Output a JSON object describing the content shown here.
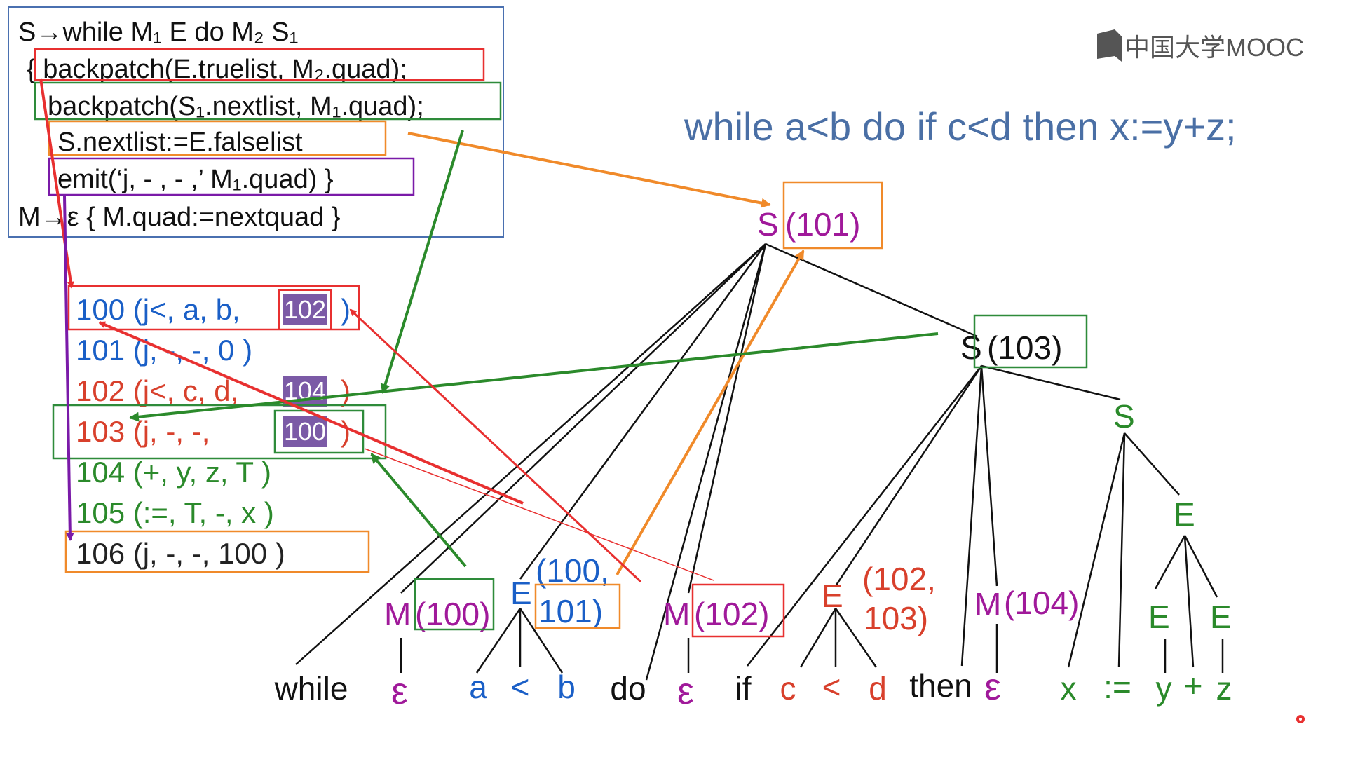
{
  "rules": [
    {
      "text": "S→while M₁ E do M₂ S₁"
    },
    {
      "text": "{  backpatch(E.truelist, M₂.quad);"
    },
    {
      "text": "backpatch(S₁.nextlist, M₁.quad);"
    },
    {
      "text": "S.nextlist:=E.falselist"
    },
    {
      "text": "emit(‘j, - , - ,’ M₁.quad) }"
    },
    {
      "text": "M→ε    { M.quad:=nextquad }"
    }
  ],
  "logo": {
    "text": "中国大学MOOC"
  },
  "sentence": "while a<b do if c<d then x:=y+z;",
  "quads": [
    {
      "text": "100 (j<, a, b,",
      "target": "102",
      "close": ")"
    },
    {
      "text": "101 (j,    -,    -,     0    )"
    },
    {
      "text": "102 (j<, c, d,",
      "target": "104",
      "close": ")"
    },
    {
      "text": "103 (j,    -,    -,",
      "target": "100",
      "close": ")"
    },
    {
      "text": "104 (+,  y,  z,    T   )"
    },
    {
      "text": "105 (:=, T,  -,    x    )"
    },
    {
      "text": "106  (j,    -,    -, 100 )"
    }
  ],
  "tree": {
    "s_top": "S",
    "s_top_val": "(101)",
    "s_mid": "S",
    "s_mid_val": "(103)",
    "s_inner": "S",
    "e_assign": "E",
    "e_y": "E",
    "e_z": "E",
    "m1": "M",
    "m1_val": "(100)",
    "e1": "E",
    "e1_val_a": "(100,",
    "e1_val_b": "101)",
    "m2": "M",
    "m2_val": "(102)",
    "e2": "E",
    "e2_val_a": "(102,",
    "e2_val_b": "103)",
    "m3": "M",
    "m3_val": "(104)"
  },
  "leaves": [
    "while",
    "ε",
    "a",
    "<",
    "b",
    "do",
    "ε",
    "if",
    "c",
    "<",
    "d",
    "then",
    "ε",
    "x",
    ":=",
    "y",
    "+",
    "z"
  ],
  "colors": {
    "blue": "#1a5fc7",
    "red": "#d8402c",
    "green": "#2b8a2b",
    "magenta": "#a0199a",
    "purple": "#7a1aa8",
    "orange": "#f08a2a",
    "boxred": "#e83030",
    "boxgreen": "#2e8b3a",
    "sentence": "#4a6fa5",
    "badge": "#7b5aa6"
  }
}
